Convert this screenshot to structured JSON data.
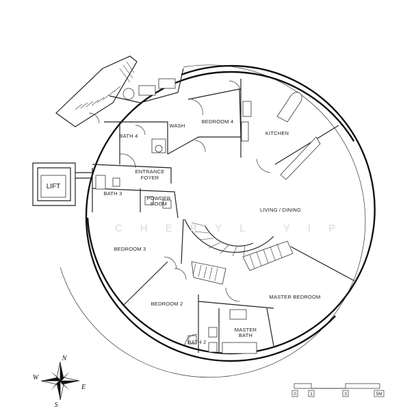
{
  "rooms": {
    "bath4": "BATH 4",
    "wash": "WASH",
    "bedroom4": "BEDROOM 4",
    "kitchen": "KITCHEN",
    "entrance_foyer_1": "ENTRANCE",
    "entrance_foyer_2": "FOYER",
    "bath3": "BATH 3",
    "powder_1": "POWDER",
    "powder_2": "ROOM",
    "living_dining": "LIVING / DINING",
    "bedroom3": "BEDROOM 3",
    "bedroom2": "BEDROOM 2",
    "master_bedroom": "MASTER BEDROOM",
    "master_bath_1": "MASTER",
    "master_bath_2": "BATH",
    "bath2": "BATH 2",
    "lift": "LIFT"
  },
  "watermark": "CHERYL YIP",
  "compass": {
    "n": "N",
    "s": "S",
    "e": "E",
    "w": "W"
  },
  "scale": {
    "labels": [
      "0",
      "1",
      "3",
      "5M"
    ]
  }
}
